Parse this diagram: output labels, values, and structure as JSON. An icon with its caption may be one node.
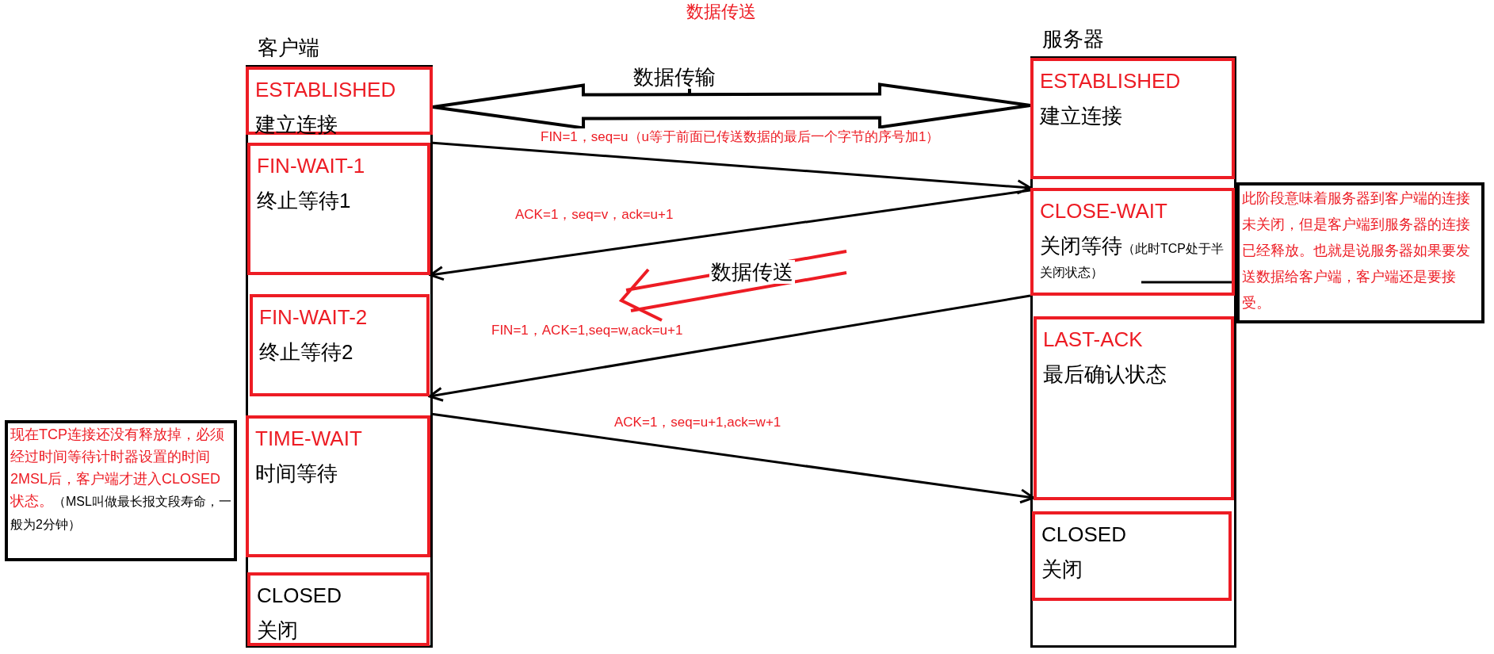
{
  "diagram": {
    "title": "数据传送",
    "nodes": [
      {
        "text": [
          "客户端"
        ]
      },
      {
        "text": [
          "ESTABLISHED",
          "建立连接"
        ],
        "in": 0
      },
      {
        "text": [
          "FIN-WAIT-1",
          "终止等待1"
        ],
        "in": 0
      },
      {
        "text": [
          "FIN-WAIT-2",
          "终止等待2"
        ],
        "in": 0
      },
      {
        "text": [
          "TIME-WAIT",
          "时间等待"
        ],
        "in": 0
      },
      {
        "text": [
          "CLOSED",
          "关闭"
        ],
        "in": 0
      },
      {
        "text": [
          "服务器"
        ]
      },
      {
        "text": [
          "ESTABLISHED",
          "建立连接"
        ],
        "in": 6
      },
      {
        "text": [
          "CLOSE-WAIT",
          "关闭等待",
          "（此时TCP处于半关闭状态）"
        ],
        "in": 6
      },
      {
        "text": [
          "LAST-ACK",
          "最后确认状态"
        ],
        "in": 6
      },
      {
        "text": [
          "CLOSED",
          "关闭"
        ],
        "in": 6
      },
      {
        "text": [
          "此阶段意味着服务器到客户端的连接未关闭，但是客户端到服务器的连接已经释放。也就是说服务器如果要发送数据给客户端，客户端还是要接受。"
        ]
      },
      {
        "text": [
          "现在TCP连接还没有释放掉，必须经过时间等待计时器设置的时间2MSL后，客户端才进入CLOSED状态。",
          "（MSL叫做最长报文段寿命，一般为2分钟）"
        ]
      }
    ],
    "edges": [
      {
        "from": 1,
        "to": 7,
        "arrow": "both",
        "label": "数据传输",
        "style": "thick"
      },
      {
        "from": 2,
        "to": 8,
        "arrow": "to",
        "label": "FIN=1，seq=u（u等于前面已传送数据的最后一个字节的序号加1）"
      },
      {
        "from": 8,
        "to": 2,
        "arrow": "to",
        "label": "ACK=1，seq=v，ack=u+1"
      },
      {
        "from": 8,
        "to": 3,
        "arrow": "to",
        "label": "FIN=1，ACK=1,seq=w,ack=u+1"
      },
      {
        "from": 4,
        "to": 9,
        "arrow": "to",
        "label": "ACK=1，seq=u+1,ack=w+1"
      },
      {
        "from": 8,
        "to": 11,
        "arrow": "none"
      }
    ],
    "labels": [
      "数据传送"
    ]
  }
}
